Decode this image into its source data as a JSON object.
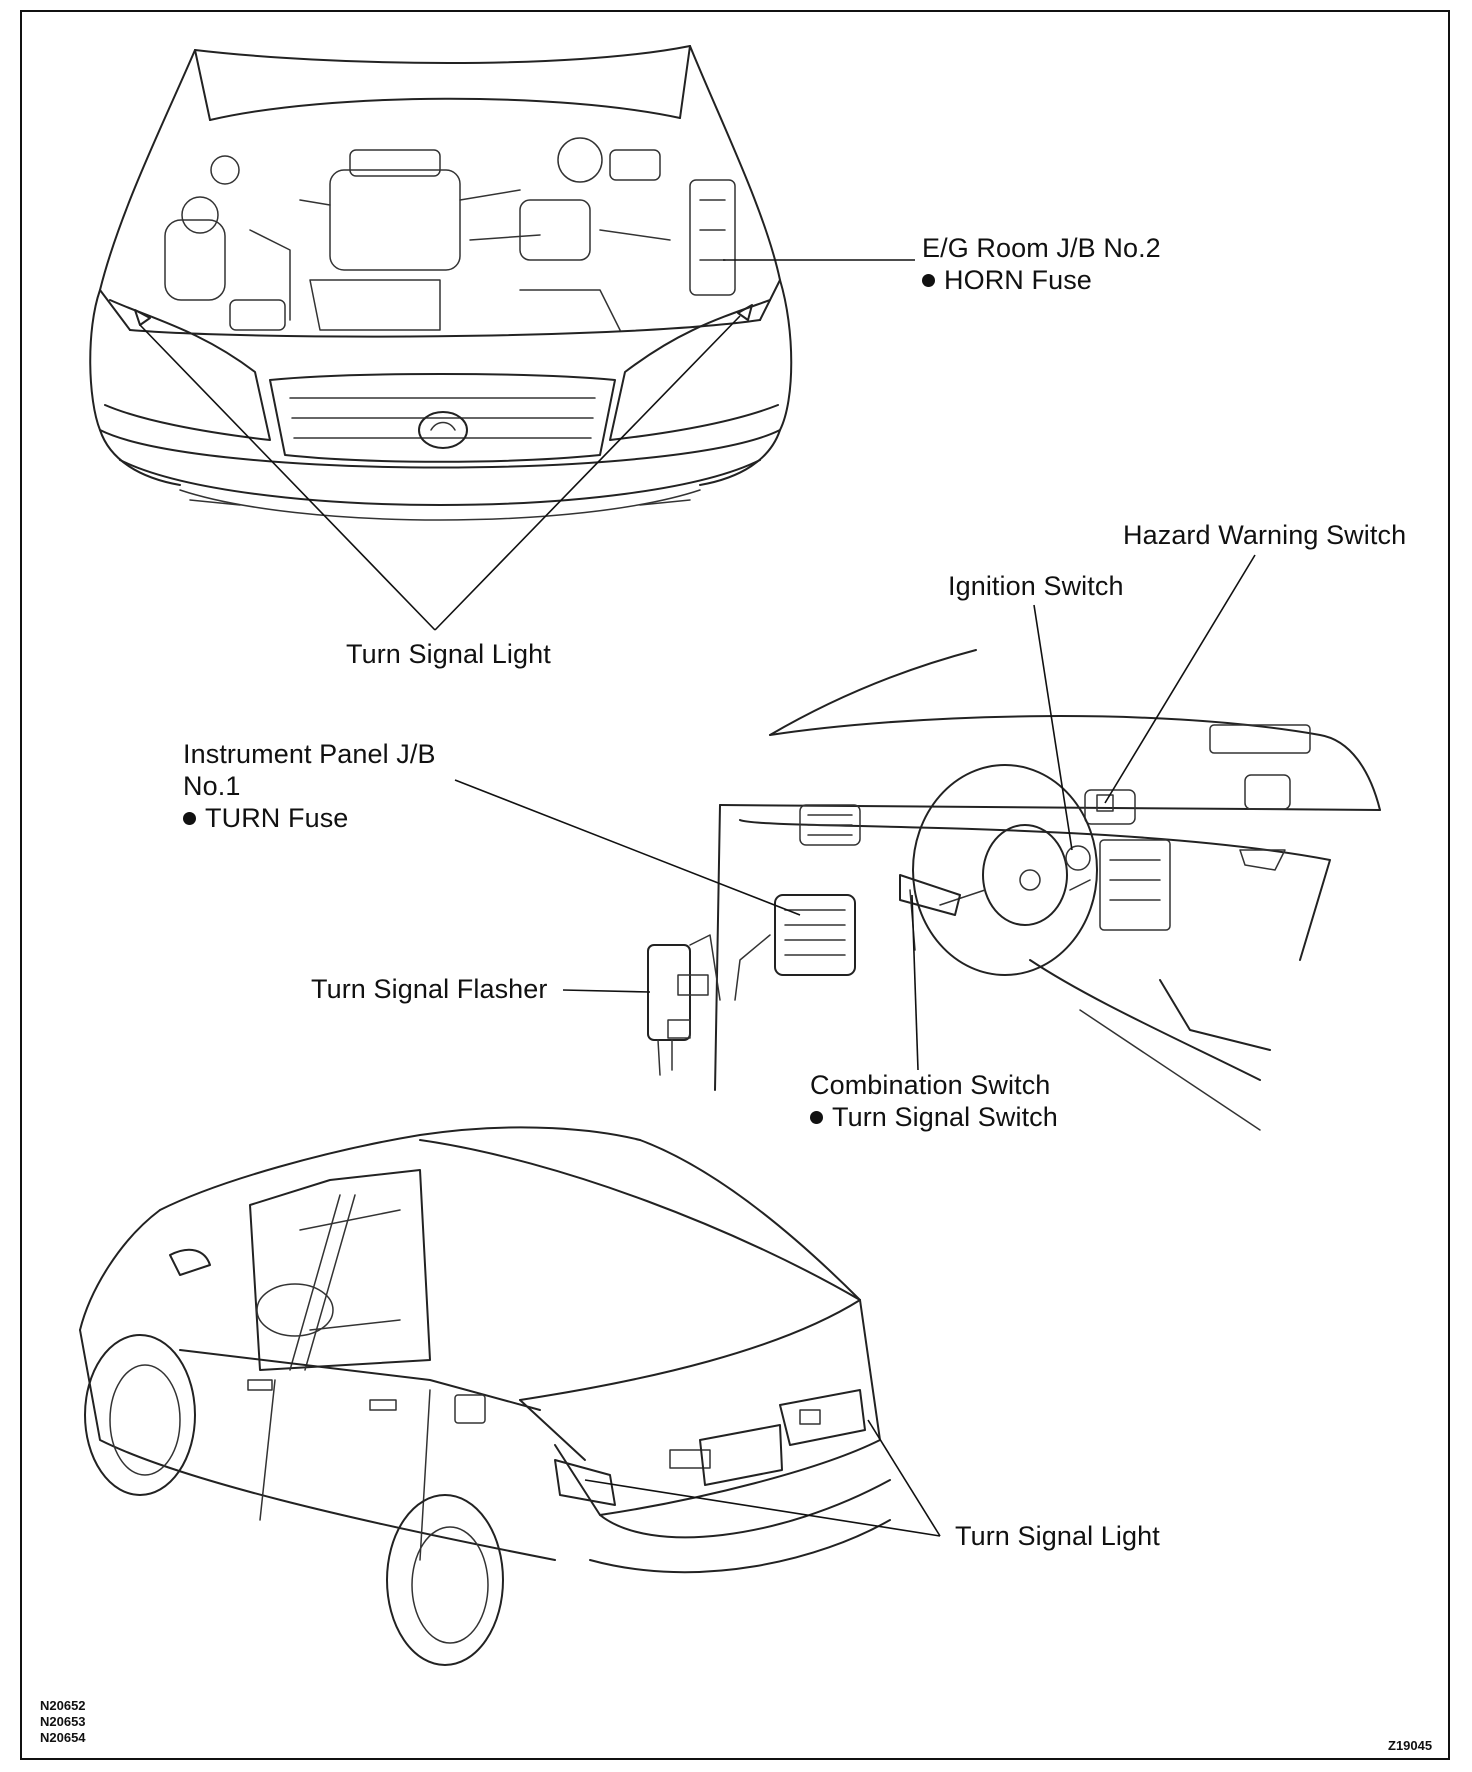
{
  "labels": {
    "eg_room_jb": "E/G Room J/B No.2",
    "horn_fuse": "HORN Fuse",
    "turn_signal_light_front": "Turn Signal Light",
    "hazard_warning_switch": "Hazard Warning Switch",
    "ignition_switch": "Ignition Switch",
    "instrument_panel_jb_line1": "Instrument Panel J/B",
    "instrument_panel_jb_line2": "No.1",
    "turn_fuse": "TURN Fuse",
    "turn_signal_flasher": "Turn Signal Flasher",
    "combination_switch": "Combination Switch",
    "turn_signal_switch": "Turn Signal Switch",
    "turn_signal_light_rear": "Turn Signal Light"
  },
  "figure_codes": [
    "N20652",
    "N20653",
    "N20654"
  ],
  "drawing_number": "Z19045"
}
